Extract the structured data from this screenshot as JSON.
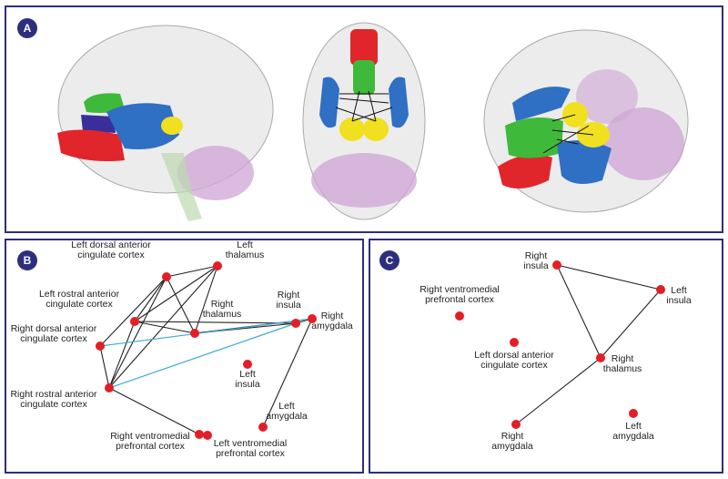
{
  "figure": {
    "panels": [
      {
        "id": "a",
        "letter": "A"
      },
      {
        "id": "b",
        "letter": "B"
      },
      {
        "id": "c",
        "letter": "C"
      }
    ],
    "colors": {
      "frame": "#2d2f7e",
      "node": "#e41e26",
      "edge": "#222222",
      "edge_highlight": "#3aa8d8",
      "brain_shell": "#c8c8c8",
      "region_green": "#3fb93a",
      "region_blue": "#2f6fc4",
      "region_red": "#e0262b",
      "region_yellow": "#f0e020",
      "region_purple": "#cfa6d6",
      "region_navy": "#3a2f9a"
    }
  },
  "panel_b": {
    "nodes": [
      {
        "id": "ldacc",
        "lines": [
          "Left dorsal anterior",
          "cingulate cortex"
        ]
      },
      {
        "id": "lthal",
        "lines": [
          "Left",
          "thalamus"
        ]
      },
      {
        "id": "lracc",
        "lines": [
          "Left rostral anterior",
          "cingulate cortex"
        ]
      },
      {
        "id": "rthal",
        "lines": [
          "Right",
          "thalamus"
        ]
      },
      {
        "id": "rins",
        "lines": [
          "Right",
          "insula"
        ]
      },
      {
        "id": "ramyg",
        "lines": [
          "Right",
          "amygdala"
        ]
      },
      {
        "id": "rdacc",
        "lines": [
          "Right dorsal anterior",
          "cingulate cortex"
        ]
      },
      {
        "id": "lins",
        "lines": [
          "Left",
          "insula"
        ]
      },
      {
        "id": "rracc",
        "lines": [
          "Right rostral anterior",
          "cingulate cortex"
        ]
      },
      {
        "id": "lamyg",
        "lines": [
          "Left",
          "amygdala"
        ]
      },
      {
        "id": "rvmpfc",
        "lines": [
          "Right ventromedial",
          "prefrontal cortex"
        ]
      },
      {
        "id": "lvmpfc",
        "lines": [
          "Left ventromedial",
          "prefrontal cortex"
        ]
      }
    ],
    "edges": [
      [
        "ldacc",
        "lthal"
      ],
      [
        "ldacc",
        "rthal"
      ],
      [
        "ldacc",
        "lracc"
      ],
      [
        "ldacc",
        "rdacc"
      ],
      [
        "ldacc",
        "rracc"
      ],
      [
        "lthal",
        "lracc"
      ],
      [
        "lthal",
        "rracc"
      ],
      [
        "lthal",
        "rthal"
      ],
      [
        "lracc",
        "rthal"
      ],
      [
        "lracc",
        "rracc"
      ],
      [
        "rdacc",
        "rracc"
      ],
      [
        "rthal",
        "rins"
      ],
      [
        "rthal",
        "ramyg"
      ],
      [
        "rins",
        "ramyg"
      ],
      [
        "ramyg",
        "lamyg"
      ],
      [
        "rracc",
        "rvmpfc"
      ],
      [
        "lracc",
        "rins"
      ]
    ],
    "highlight_edges": [
      [
        "rdacc",
        "ramyg"
      ],
      [
        "rracc",
        "rins"
      ]
    ]
  },
  "panel_c": {
    "nodes": [
      {
        "id": "rins",
        "lines": [
          "Right",
          "insula"
        ]
      },
      {
        "id": "lins",
        "lines": [
          "Left",
          "insula"
        ]
      },
      {
        "id": "rvmpfc",
        "lines": [
          "Right ventromedial",
          "prefrontal cortex"
        ]
      },
      {
        "id": "ldacc",
        "lines": [
          "Left dorsal anterior",
          "cingulate cortex"
        ]
      },
      {
        "id": "rthal",
        "lines": [
          "Right",
          "thalamus"
        ]
      },
      {
        "id": "ramyg",
        "lines": [
          "Right",
          "amygdala"
        ]
      },
      {
        "id": "lamyg",
        "lines": [
          "Left",
          "amygdala"
        ]
      }
    ],
    "edges": [
      [
        "rins",
        "lins"
      ],
      [
        "rins",
        "rthal"
      ],
      [
        "lins",
        "rthal"
      ],
      [
        "rthal",
        "ramyg"
      ]
    ]
  }
}
